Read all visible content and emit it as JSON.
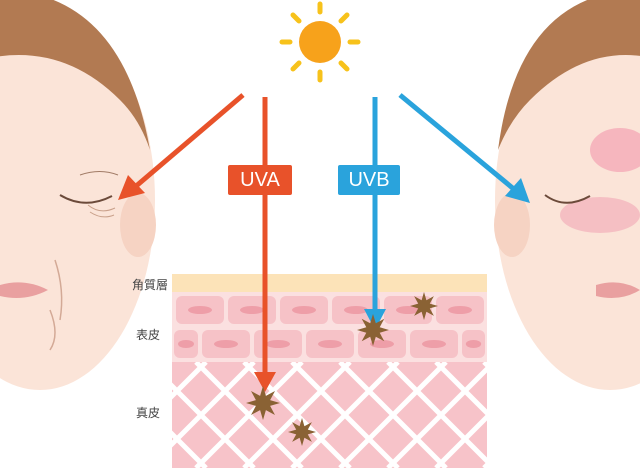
{
  "labels": {
    "uva": "UVA",
    "uvb": "UVB"
  },
  "layers": {
    "stratum_corneum": "角質層",
    "epidermis": "表皮",
    "dermis": "真皮"
  },
  "colors": {
    "uva": "#e8522a",
    "uvb": "#2aa3dc",
    "sun": "#f7a21b",
    "skin": "#fbe4d8",
    "hair": "#b27a52",
    "damage": "#8a6234"
  }
}
